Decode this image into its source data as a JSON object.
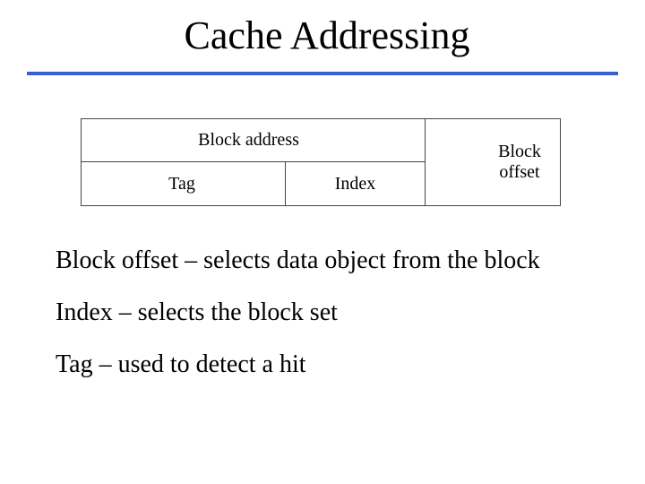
{
  "slide": {
    "title": "Cache Addressing",
    "accent_color": "#3a5fd0"
  },
  "address_table": {
    "block_address": "Block address",
    "block_offset": "Block offset",
    "tag": "Tag",
    "index": "Index"
  },
  "bullets": [
    "Block offset – selects data object from the block",
    "Index – selects the block set",
    "Tag – used to detect a hit"
  ]
}
